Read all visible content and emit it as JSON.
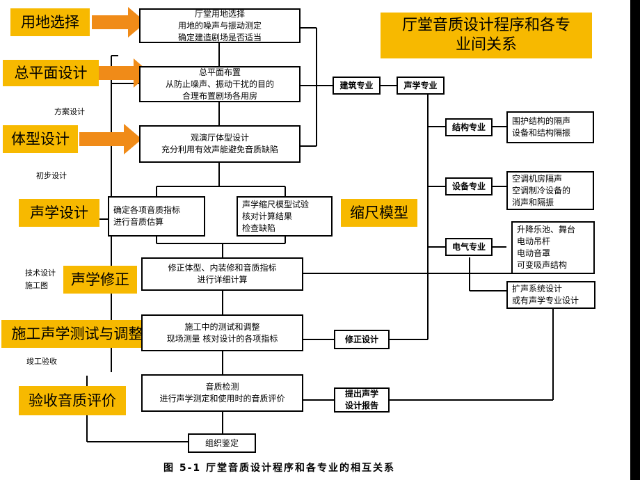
{
  "title": {
    "line1": "厅堂音质设计程序和各专",
    "line2": "业间关系"
  },
  "callouts": {
    "site": "用地选择",
    "plan": "总平面设计",
    "body": "体型设计",
    "acoustic": "声学设计",
    "correction": "声学修正",
    "construction": "施工声学测试与调整",
    "acceptance": "验收音质评价",
    "scale": "缩尺模型"
  },
  "side_labels": {
    "scheme": "方案设计",
    "preliminary": "初步设计",
    "technical": "技术设计",
    "drawings": "施工图",
    "completion": "竣工验收"
  },
  "boxes": {
    "site": [
      "厅堂用地选择",
      "用地的噪声与振动测定",
      "确定建造剧场是否适当"
    ],
    "plan": [
      "总平面布置",
      "从防止噪声、振动干扰的目的",
      "合理布置剧场各用房"
    ],
    "body": [
      "观演厅体型设计",
      "充分利用有效声能避免音质缺陷"
    ],
    "indices": [
      "确定各项音质指标",
      "进行音质估算"
    ],
    "model": [
      "声学缩尺模型试验",
      "核对计算结果",
      "检查缺陷"
    ],
    "detail": [
      "修正体型、内装修和音质指标",
      "进行详细计算"
    ],
    "test": [
      "施工中的测试和调整",
      "现场测量  核对设计的各项指标"
    ],
    "inspect": [
      "音质检测",
      "进行声学测定和使用时的音质评价"
    ],
    "appraisal": [
      "组织鉴定"
    ],
    "architecture": [
      "建筑专业"
    ],
    "acoustics": [
      "声学专业"
    ],
    "structure": [
      "结构专业"
    ],
    "structure_note": [
      "围护结构的隔声",
      "设备和结构隔振"
    ],
    "equipment": [
      "设备专业"
    ],
    "equipment_note": [
      "空调机房隔声",
      "空调制冷设备的",
      "消声和隔振"
    ],
    "electrical": [
      "电气专业"
    ],
    "electrical_note": [
      "升降乐池、舞台",
      "电动吊杆",
      "电动音罩",
      "可变吸声结构"
    ],
    "sound_system": [
      "扩声系统设计",
      "或有声学专业设计"
    ],
    "correct_design": [
      "修正设计"
    ],
    "report": [
      "提出声学",
      "设计报告"
    ]
  },
  "caption": "图 5-1  厅堂音质设计程序和各专业的相互关系",
  "colors": {
    "callout": "#f7b900",
    "arrow": "#f08b18",
    "line": "#000000"
  }
}
